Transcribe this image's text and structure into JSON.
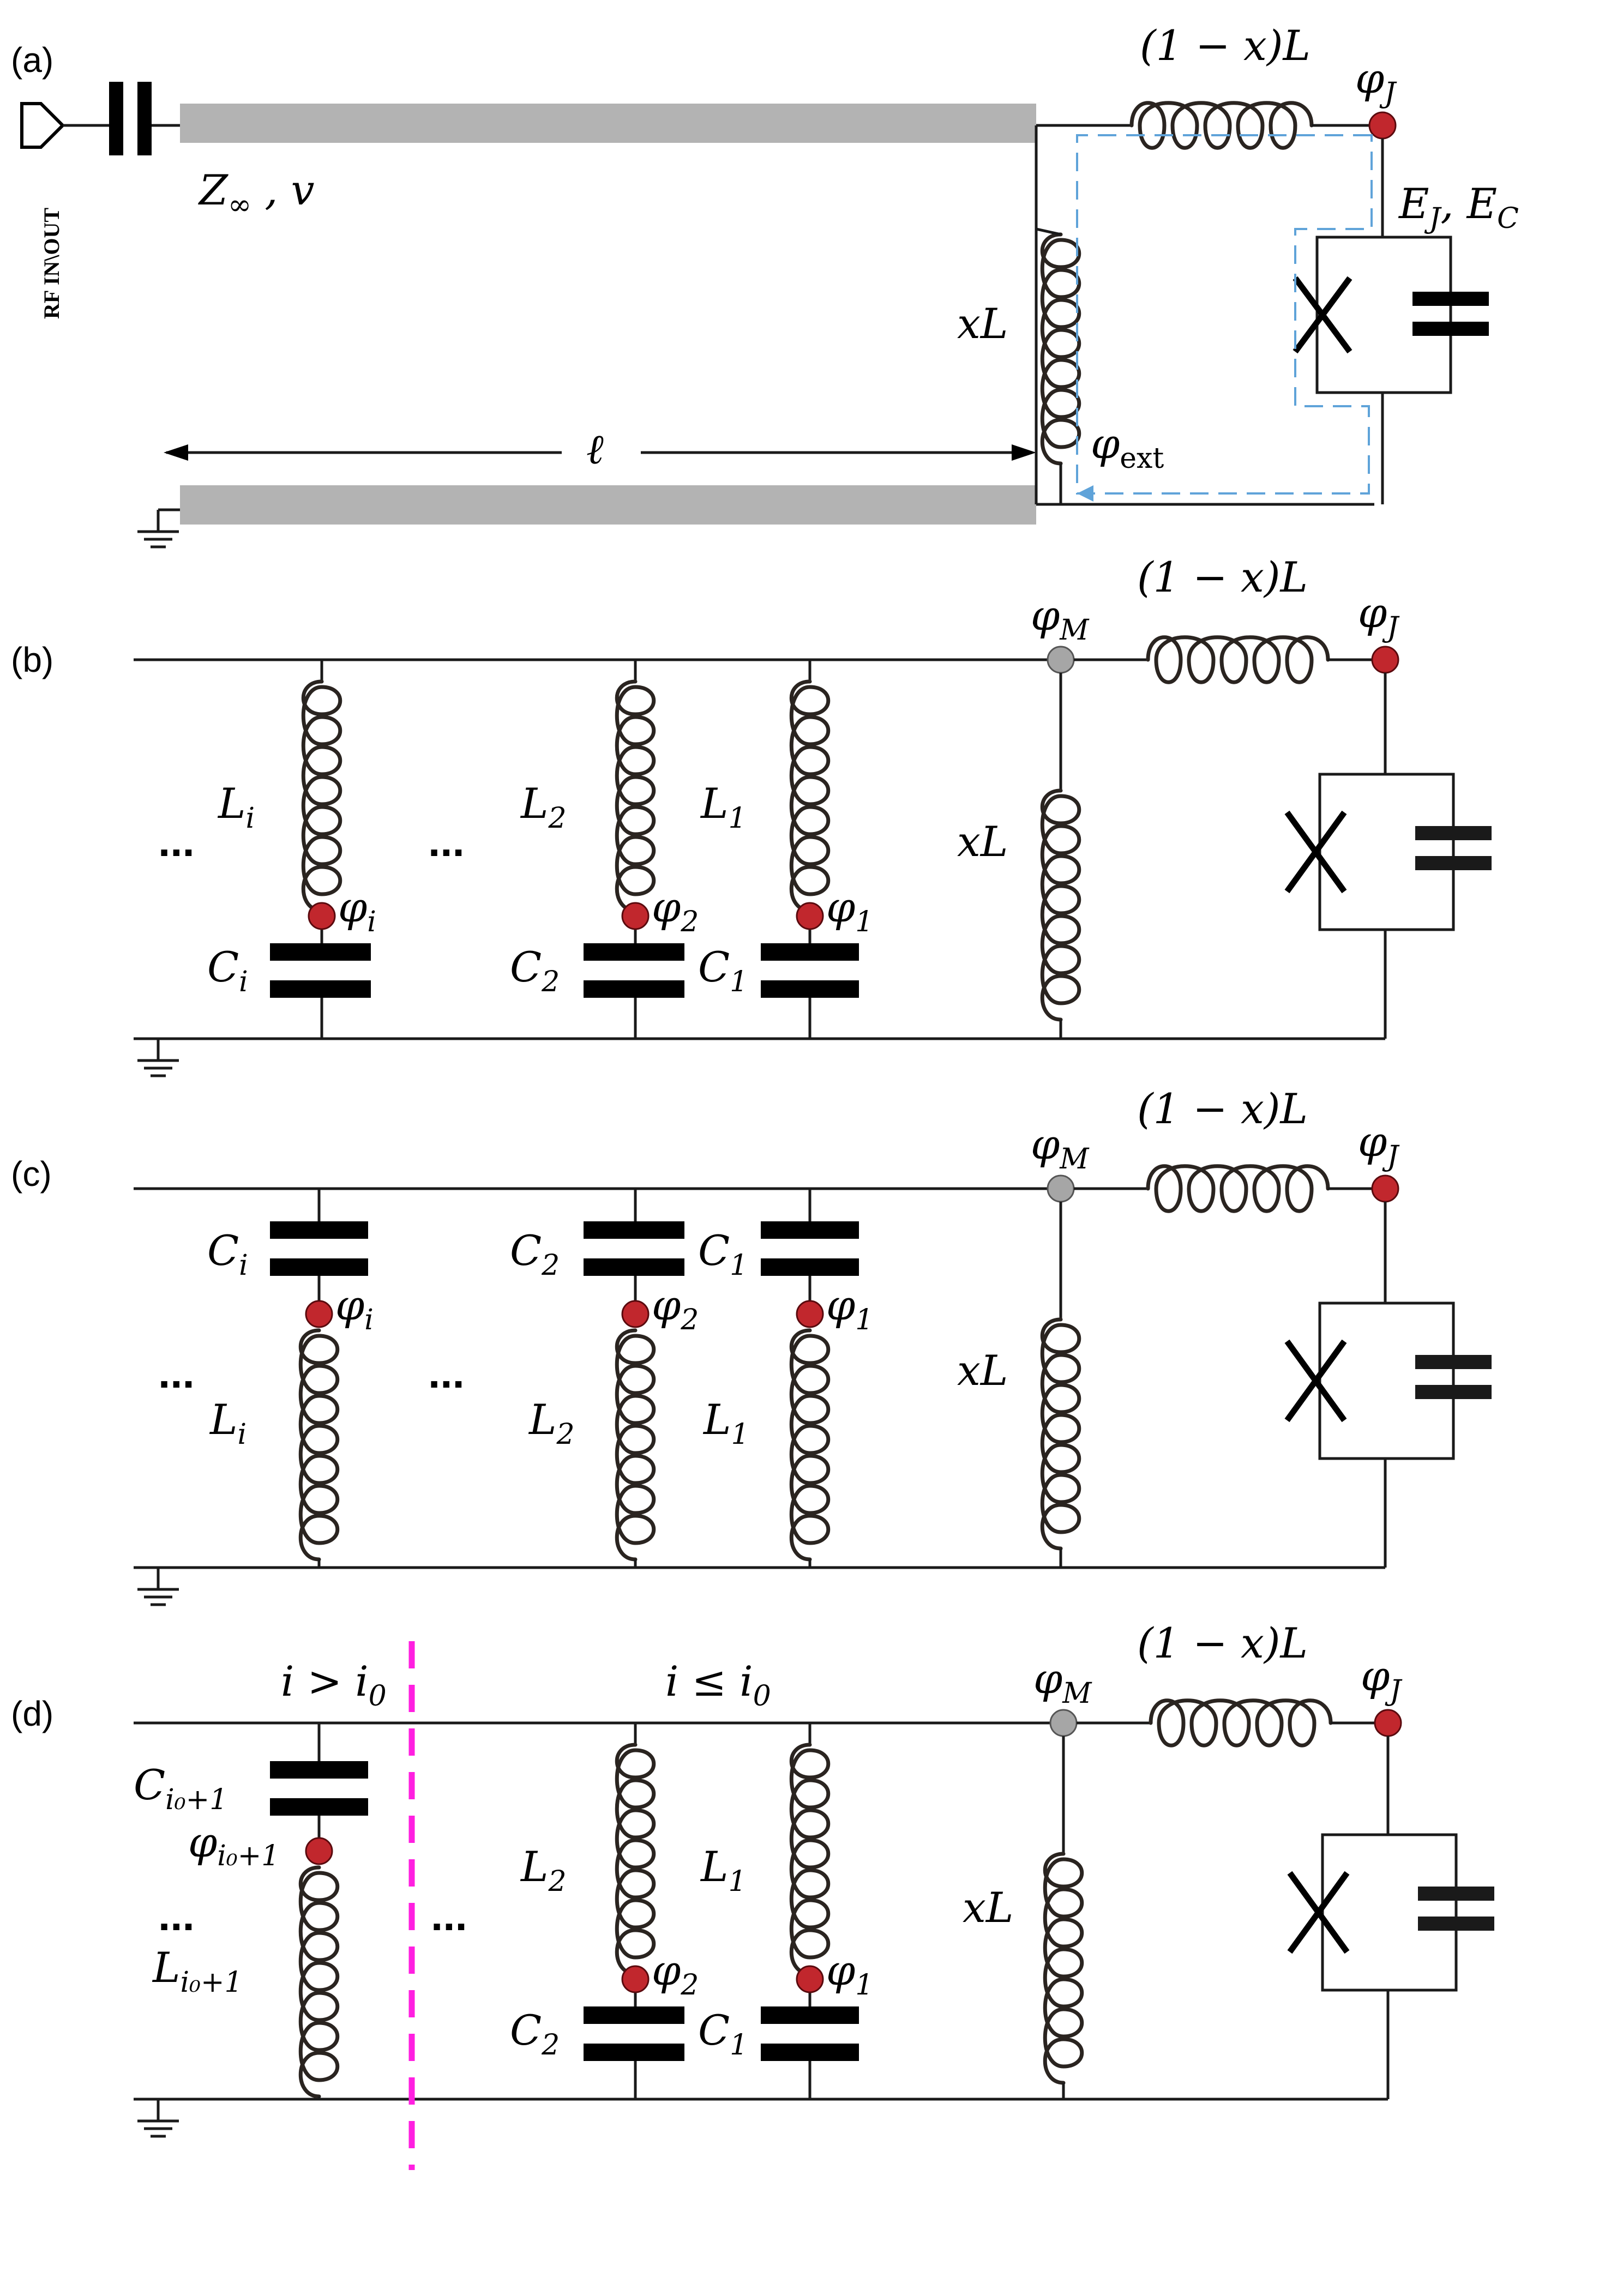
{
  "panels": {
    "a": "(a)",
    "b": "(b)",
    "c": "(c)",
    "d": "(d)"
  },
  "port_label": "RF IN\\OUT",
  "labels": {
    "z_inf": "Z",
    "z_inf_sub": "∞",
    "z_v": " , v",
    "ell": "ℓ",
    "one_minus_x_L": "(1 − x)L",
    "xL": "xL",
    "phi": "φ",
    "phi_J_sub": "J",
    "phi_M_sub": "M",
    "phi_ext_sub": "ext",
    "EJ_EC": "E",
    "EJ_sub": "J",
    "EC_mid": ", E",
    "EC_sub": "C",
    "L": "L",
    "C": "C",
    "sub_i": "i",
    "sub_1": "1",
    "sub_2": "2",
    "sub_i0p1": "i₀+1",
    "dots": "...",
    "region_left": "i > i",
    "region_right": "i ≤ i",
    "region_sub": "0"
  },
  "colors": {
    "node": "#c1272d",
    "node_mid": "#a6a6a6",
    "transmission_line": "#b3b3b3",
    "flux_loop": "#5fa3d9",
    "divider": "#ff1fe0"
  }
}
